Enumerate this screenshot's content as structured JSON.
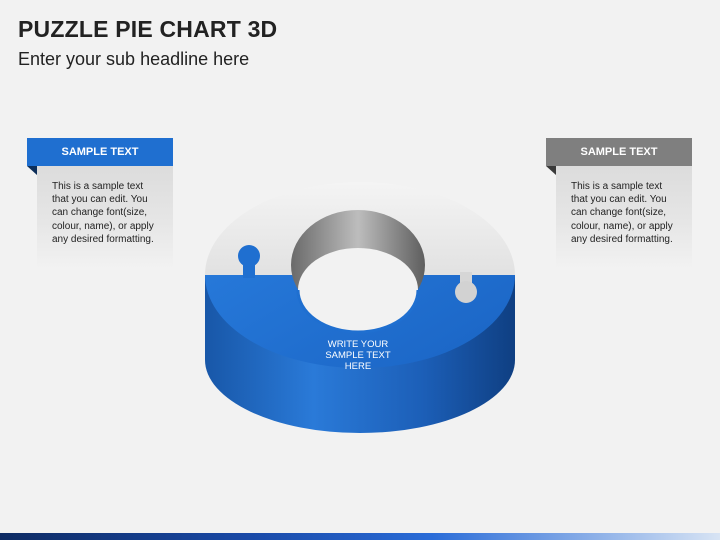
{
  "header": {
    "title": "PUZZLE PIE CHART 3D",
    "subtitle": "Enter your sub headline here"
  },
  "callouts": {
    "left": {
      "heading": "SAMPLE TEXT",
      "lines": [
        "This is a sample text",
        "that you can edit. You",
        "can change font(size,",
        "colour, name), or apply",
        "any desired formatting."
      ]
    },
    "right": {
      "heading": "SAMPLE TEXT",
      "lines": [
        "This is a sample text",
        "that you can edit. You",
        "can change font(size,",
        "colour, name), or apply",
        "any desired formatting."
      ]
    }
  },
  "ring": {
    "label_lines": [
      "WRITE YOUR",
      "SAMPLE  TEXT",
      "HERE"
    ],
    "colors": {
      "blue": "#1f6fd0",
      "gray": "#d8d8d8"
    }
  }
}
